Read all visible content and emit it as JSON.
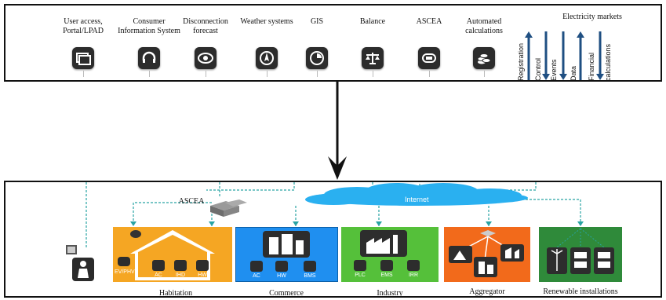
{
  "top_panel": {
    "apps": [
      {
        "label": "User access,\nPortal/LPAD",
        "icon": "windows-icon"
      },
      {
        "label": "Consumer\nInformation System",
        "icon": "headset-icon"
      },
      {
        "label": "Disconnection\nforecast",
        "icon": "eye-icon"
      },
      {
        "label": "Weather systems",
        "icon": "compass-icon"
      },
      {
        "label": "GIS",
        "icon": "gauge-icon"
      },
      {
        "label": "Balance",
        "icon": "scale-icon"
      },
      {
        "label": "ASCEA",
        "icon": "meter-icon"
      },
      {
        "label": "Automated\ncalculations",
        "icon": "coins-icon"
      }
    ],
    "markets": {
      "title": "Electricity markets",
      "flows": [
        "Registration",
        "Control",
        "Events",
        "Data",
        "Financial",
        "calculations"
      ]
    }
  },
  "bottom_panel": {
    "ascea_label": "ASCEA",
    "internet_label": "Internet",
    "habitation": {
      "label": "Habitation",
      "badge": "EV/PHV",
      "devices": [
        "AC",
        "IHD",
        "HW"
      ]
    },
    "commerce": {
      "label": "Commerce",
      "devices": [
        "AC",
        "HW",
        "BMS"
      ]
    },
    "industry": {
      "label": "Industry",
      "devices": [
        "PLC",
        "EMS",
        "IRR"
      ]
    },
    "aggregator": {
      "label": "Aggregator"
    },
    "renewable": {
      "label": "Renewable installations"
    }
  },
  "colors": {
    "habitation": "#f5a623",
    "commerce": "#1f8ff0",
    "industry": "#55c03a",
    "aggregator": "#f26a1b",
    "renewable": "#2f8a3a",
    "internet": "#29b6f6",
    "connector": "#29a3a3",
    "arrow": "#1f4f82"
  }
}
